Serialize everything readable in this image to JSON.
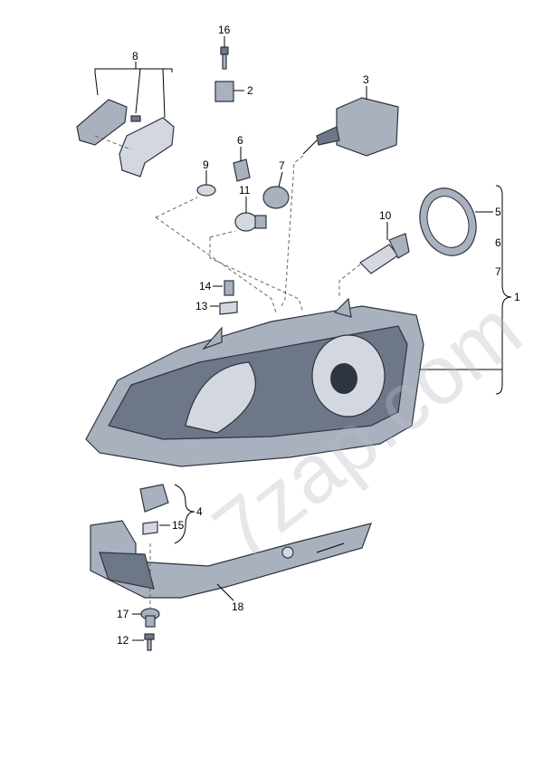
{
  "diagram": {
    "watermark": "7zap.com",
    "callouts": {
      "c16": "16",
      "c2": "2",
      "c8": "8",
      "c3": "3",
      "c6a": "6",
      "c9": "9",
      "c7a": "7",
      "c11": "11",
      "c10": "10",
      "c5": "5",
      "c6b": "6",
      "c7b": "7",
      "c1": "1",
      "c14": "14",
      "c13": "13",
      "c4": "4",
      "c15": "15",
      "c17": "17",
      "c18": "18",
      "c12": "12"
    }
  }
}
